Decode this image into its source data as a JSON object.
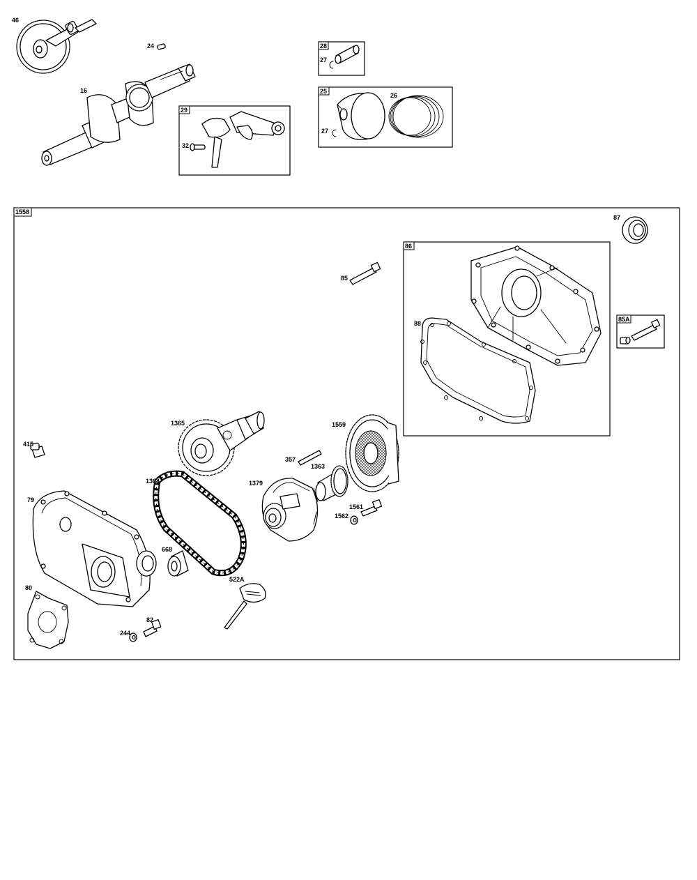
{
  "callouts": {
    "c46": "46",
    "c24": "24",
    "c16": "16",
    "c28": "28",
    "c27a": "27",
    "c29": "29",
    "c32": "32",
    "c25": "25",
    "c26": "26",
    "c27b": "27",
    "c1558": "1558",
    "c87": "87",
    "c86": "86",
    "c85": "85",
    "c88": "88",
    "c85A": "85A",
    "c1365": "1365",
    "c1559": "1559",
    "c415": "415",
    "c357": "357",
    "c1363": "1363",
    "c1364": "1364",
    "c1379": "1379",
    "c79": "79",
    "c1561": "1561",
    "c1562": "1562",
    "c668": "668",
    "c522A": "522A",
    "c80": "80",
    "c82": "82",
    "c244": "244"
  }
}
